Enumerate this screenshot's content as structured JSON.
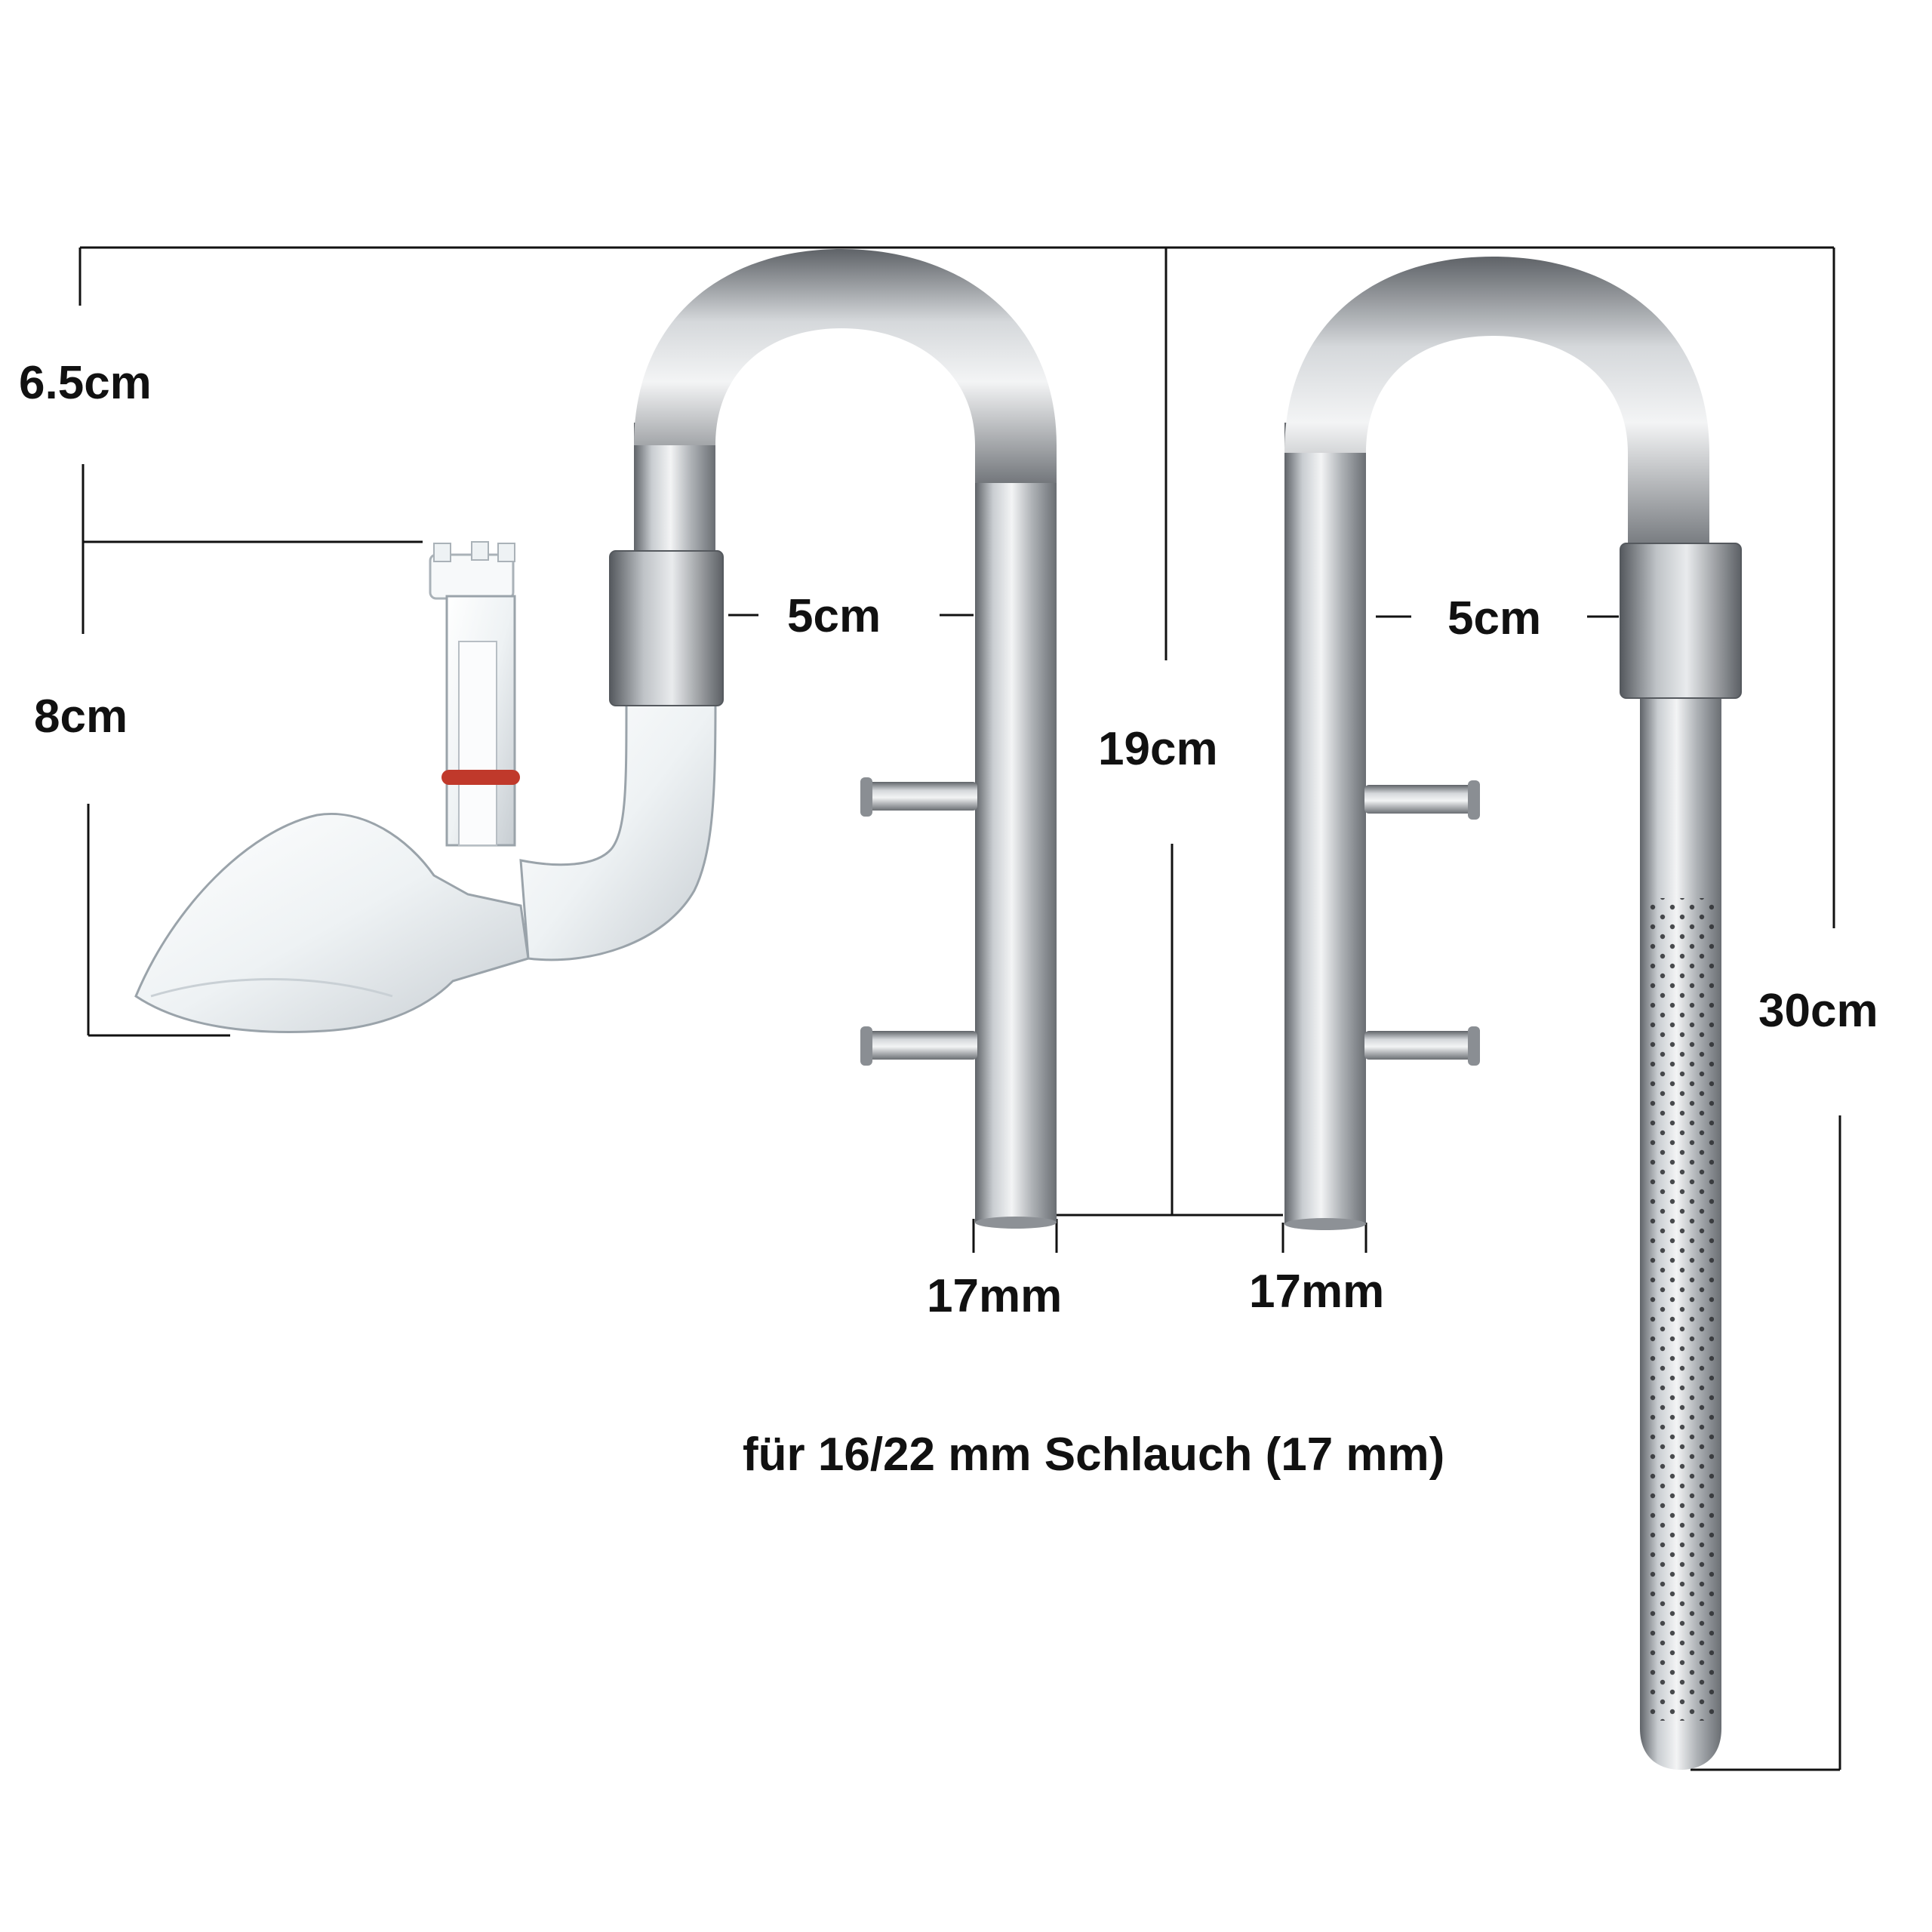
{
  "labels": {
    "inflow_top_height": "6.5cm",
    "inflow_bottom_height": "8cm",
    "inflow_hook_width": "5cm",
    "outflow_hook_width": "5cm",
    "inflow_leg_length": "19cm",
    "outflow_total_length": "30cm",
    "inflow_diameter": "17mm",
    "outflow_diameter": "17mm",
    "hose_note": "für 16/22 mm Schlauch (17 mm)"
  },
  "colors": {
    "steel_dark": "#6f7378",
    "steel_mid": "#b9bdc1",
    "steel_light": "#eef0f2",
    "glass_edge": "#9aa3aa",
    "oring": "#c0392b",
    "dimension_line": "#111111"
  }
}
